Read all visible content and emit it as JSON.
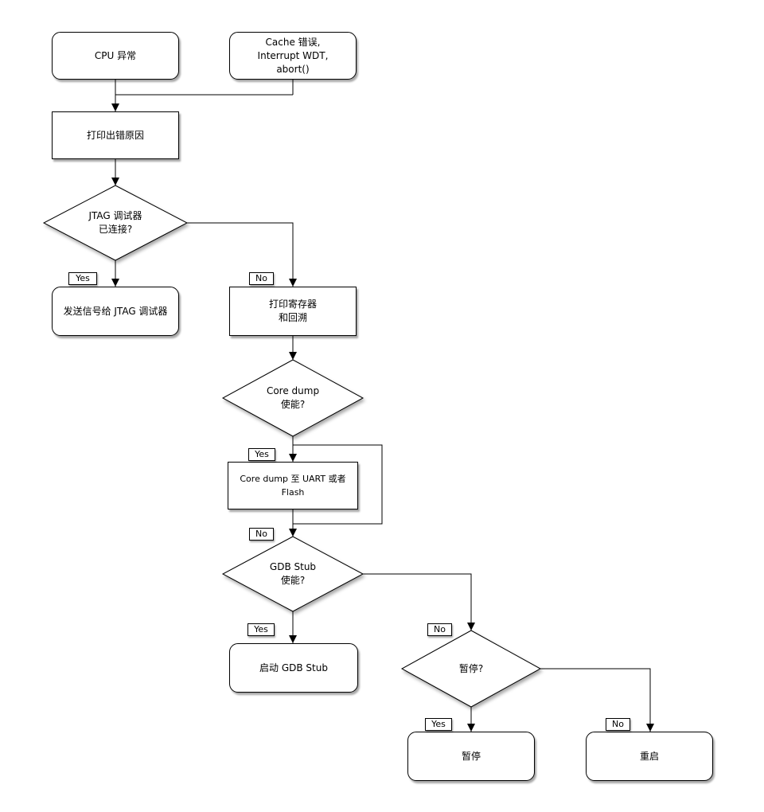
{
  "diagram": {
    "type": "flowchart",
    "edge_labels": {
      "yes": "Yes",
      "no": "No"
    },
    "colors": {
      "stroke": "#000000",
      "node_fill": "#ffffff",
      "background": "#ffffff"
    },
    "nodes": {
      "cpu_exception": {
        "shape": "rounded",
        "label": "CPU 异常"
      },
      "cache_error": {
        "shape": "rounded",
        "lines": [
          "Cache 错误,",
          "Interrupt WDT,",
          "abort()"
        ]
      },
      "print_error_cause": {
        "shape": "rect",
        "label": "打印出错原因"
      },
      "jtag_connected": {
        "shape": "diamond",
        "lines": [
          "JTAG 调试器",
          "已连接?"
        ]
      },
      "send_signal_jtag": {
        "shape": "rounded",
        "label": "发送信号给 JTAG 调试器"
      },
      "print_registers": {
        "shape": "rect",
        "lines": [
          "打印寄存器",
          "和回溯"
        ]
      },
      "coredump_enabled": {
        "shape": "diamond",
        "lines": [
          "Core dump",
          "使能?"
        ]
      },
      "coredump_to_uart_flash": {
        "shape": "rect",
        "label": "Core dump 至 UART 或者 Flash"
      },
      "gdb_stub_enabled": {
        "shape": "diamond",
        "lines": [
          "GDB Stub",
          "使能?"
        ]
      },
      "start_gdb_stub": {
        "shape": "rounded",
        "label": "启动 GDB Stub"
      },
      "halt_decision": {
        "shape": "diamond",
        "label": "暂停?"
      },
      "halt": {
        "shape": "rounded",
        "label": "暂停"
      },
      "reboot": {
        "shape": "rounded",
        "label": "重启"
      }
    }
  }
}
